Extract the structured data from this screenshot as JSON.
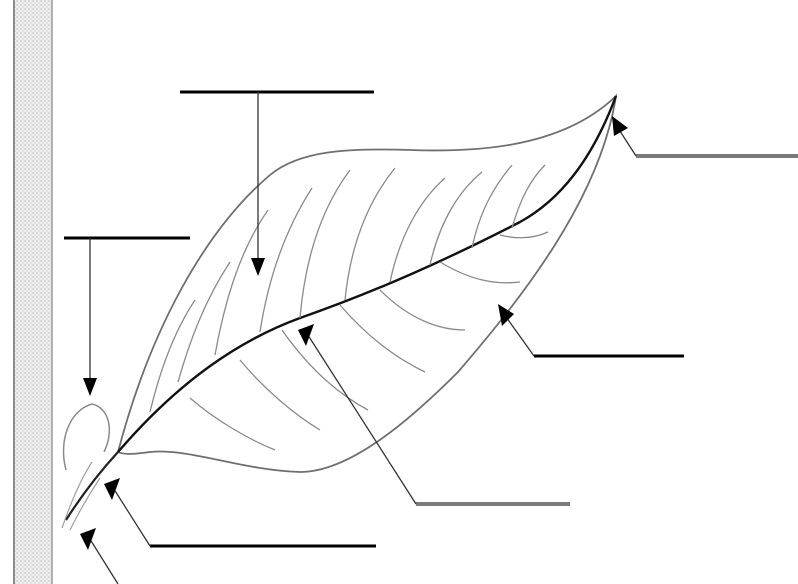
{
  "diagram": {
    "subject": "leaf-attached-to-stem",
    "colors": {
      "outline": "#6f6f6f",
      "midrib": "#111111",
      "vein": "#8a8a8a",
      "label_line": "#000000",
      "label_line_faded": "#7a7a7a",
      "pointer": "#000000",
      "stem_fill": "#e9e9e9",
      "stem_stipple": "#b5b5b5"
    },
    "parts": [
      {
        "id": "leaf-blade",
        "label": ""
      },
      {
        "id": "leaf-tip",
        "label": ""
      },
      {
        "id": "margin",
        "label": ""
      },
      {
        "id": "midrib",
        "label": ""
      },
      {
        "id": "petiole",
        "label": ""
      },
      {
        "id": "axillary-bud",
        "label": ""
      },
      {
        "id": "node",
        "label": ""
      }
    ]
  }
}
